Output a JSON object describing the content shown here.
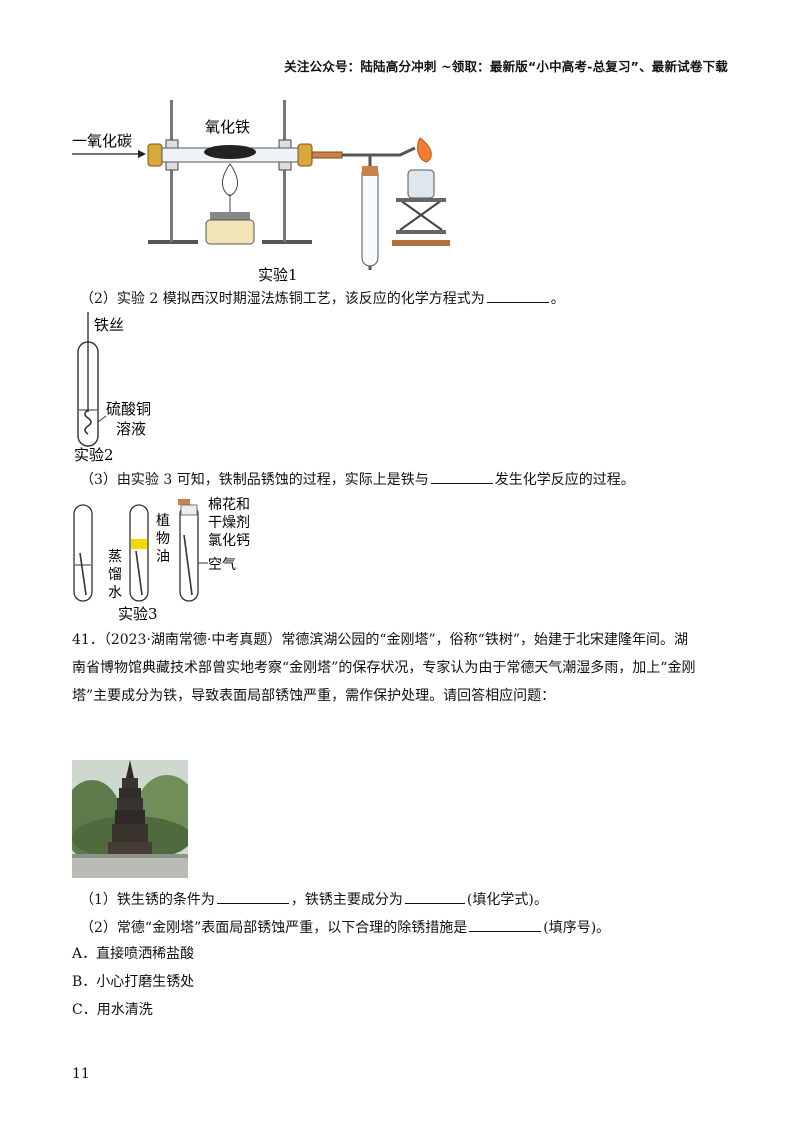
{
  "header": {
    "text": "关注公众号：陆陆高分冲刺 ~领取：最新版“小中高考-总复习”、最新试卷下载"
  },
  "exp1": {
    "label_co": "一氧化碳",
    "label_oxide": "氧化铁",
    "caption": "实验1"
  },
  "q2": {
    "before": "（2）实验 2 模拟西汉时期湿法炼铜工艺，该反应的化学方程式为",
    "after": "。"
  },
  "exp2": {
    "label_wire": "铁丝",
    "label_solution_1": "硫酸铜",
    "label_solution_2": "溶液",
    "caption": "实验2"
  },
  "q3": {
    "before": "（3）由实验 3 可知，铁制品锈蚀的过程，实际上是铁与",
    "after": "发生化学反应的过程。"
  },
  "exp3": {
    "label_cotton_1": "棉花和",
    "label_cotton_2": "干燥剂",
    "label_cotton_3": "氯化钙",
    "label_air": "空气",
    "label_oil_1": "植",
    "label_oil_2": "物",
    "label_oil_3": "油",
    "label_water_1": "蒸",
    "label_water_2": "馏",
    "label_water_3": "水",
    "caption": "实验3"
  },
  "q41": {
    "line1": "41．（2023·湖南常德·中考真题）常德滨湖公园的“金刚塔”，俗称“铁树”，始建于北宋建隆年间。湖",
    "line2": "南省博物馆典藏技术部曾实地考察“金刚塔”的保存状况，专家认为由于常德天气潮湿多雨，加上“金刚",
    "line3": "塔”主要成分为铁，导致表面局部锈蚀严重，需作保护处理。请回答相应问题："
  },
  "sub1": {
    "part1": "（1）铁生锈的条件为",
    "part2": "，铁锈主要成分为",
    "part3": "(填化学式)。"
  },
  "sub2": {
    "before": "（2）常德“金刚塔”表面局部锈蚀严重，以下合理的除锈措施是",
    "after": "(填序号)。"
  },
  "options": [
    "A．直接喷洒稀盐酸",
    "B．小心打磨生锈处",
    "C．用水清洗"
  ],
  "page_number": "11"
}
